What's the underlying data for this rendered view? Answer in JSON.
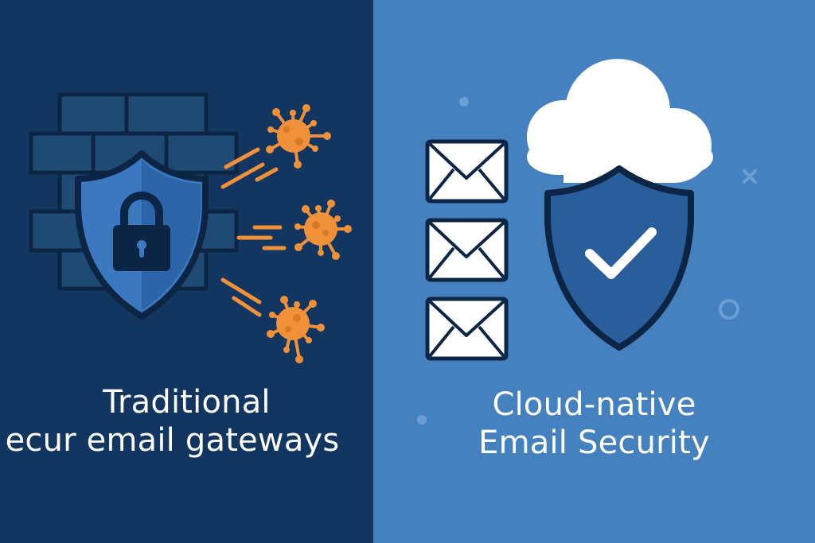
{
  "left_panel": {
    "title_line1": "Traditional",
    "title_line2": "ecur email gateways",
    "background": "#12365f",
    "icons": [
      "brick-wall-icon",
      "shield-icon",
      "padlock-icon",
      "virus-icon",
      "virus-icon",
      "virus-icon"
    ],
    "accent": "#f0913a"
  },
  "right_panel": {
    "title_line1": "Cloud-native",
    "title_line2": "Email Security",
    "background": "#4580bf",
    "icons": [
      "envelope-icon",
      "envelope-icon",
      "envelope-icon",
      "cloud-icon",
      "shield-check-icon"
    ]
  }
}
